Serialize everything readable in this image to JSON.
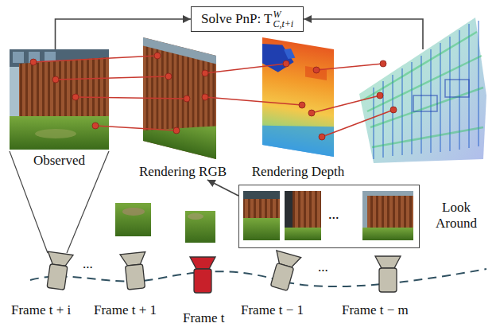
{
  "diagram": {
    "nodes": [
      {
        "text": [
          "Solve PnP: T",
          "W",
          "C,t+i"
        ]
      },
      {
        "text": [
          "Observed"
        ]
      },
      {
        "text": [
          "Rendering RGB"
        ]
      },
      {
        "text": [
          "Rendering Depth"
        ]
      },
      {
        "text": [
          "...",
          "Look Around"
        ]
      }
    ],
    "edges": [
      {
        "from": 1,
        "to": 0,
        "arrow": "to"
      },
      {
        "from": 4,
        "to": 2,
        "arrow": "to"
      }
    ],
    "labels": [
      "...",
      "Frame t + i",
      "Frame t + 1",
      "Frame t",
      "Frame t − 1",
      "...",
      "Frame t − m"
    ]
  }
}
